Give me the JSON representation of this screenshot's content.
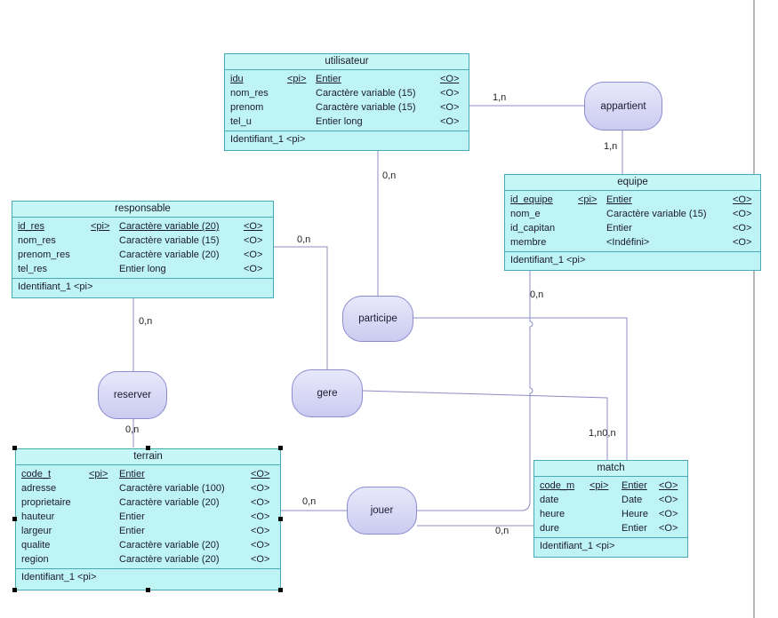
{
  "entities": {
    "utilisateur": {
      "title": "utilisateur",
      "attrs": [
        {
          "name": "idu",
          "tag": "<pi>",
          "type": "Entier",
          "opt": "<O>",
          "pk": true
        },
        {
          "name": "nom_res",
          "tag": "",
          "type": "Caractère variable (15)",
          "opt": "<O>"
        },
        {
          "name": "prenom",
          "tag": "",
          "type": "Caractère variable (15)",
          "opt": "<O>"
        },
        {
          "name": "tel_u",
          "tag": "",
          "type": "Entier long",
          "opt": "<O>"
        }
      ],
      "ident": "Identifiant_1   <pi>"
    },
    "equipe": {
      "title": "equipe",
      "attrs": [
        {
          "name": "id_equipe",
          "tag": "<pi>",
          "type": "Entier",
          "opt": "<O>",
          "pk": true
        },
        {
          "name": "nom_e",
          "tag": "",
          "type": "Caractère variable (15)",
          "opt": "<O>"
        },
        {
          "name": "id_capitan",
          "tag": "",
          "type": "Entier",
          "opt": "<O>"
        },
        {
          "name": "membre",
          "tag": "",
          "type": "<Indéfini>",
          "opt": "<O>"
        }
      ],
      "ident": "Identifiant_1   <pi>"
    },
    "responsable": {
      "title": "responsable",
      "attrs": [
        {
          "name": "id_res",
          "tag": "<pi>",
          "type": "Caractère variable (20)",
          "opt": "<O>",
          "pk": true
        },
        {
          "name": "nom_res",
          "tag": "",
          "type": "Caractère variable (15)",
          "opt": "<O>"
        },
        {
          "name": "prenom_res",
          "tag": "",
          "type": "Caractère variable (20)",
          "opt": "<O>"
        },
        {
          "name": "tel_res",
          "tag": "",
          "type": "Entier long",
          "opt": "<O>"
        }
      ],
      "ident": "Identifiant_1   <pi>"
    },
    "terrain": {
      "title": "terrain",
      "attrs": [
        {
          "name": "code_t",
          "tag": "<pi>",
          "type": "Entier",
          "opt": "<O>",
          "pk": true
        },
        {
          "name": "adresse",
          "tag": "",
          "type": "Caractère variable (100)",
          "opt": "<O>"
        },
        {
          "name": "proprietaire",
          "tag": "",
          "type": "Caractère variable (20)",
          "opt": "<O>"
        },
        {
          "name": "hauteur",
          "tag": "",
          "type": "Entier",
          "opt": "<O>"
        },
        {
          "name": "largeur",
          "tag": "",
          "type": "Entier",
          "opt": "<O>"
        },
        {
          "name": "qualite",
          "tag": "",
          "type": "Caractère variable (20)",
          "opt": "<O>"
        },
        {
          "name": "region",
          "tag": "",
          "type": "Caractère variable (20)",
          "opt": "<O>"
        }
      ],
      "ident": "Identifiant_1   <pi>"
    },
    "match": {
      "title": "match",
      "attrs": [
        {
          "name": "code_m",
          "tag": "<pi>",
          "type": "Entier",
          "opt": "<O>",
          "pk": true
        },
        {
          "name": "date",
          "tag": "",
          "type": "Date",
          "opt": "<O>"
        },
        {
          "name": "heure",
          "tag": "",
          "type": "Heure",
          "opt": "<O>"
        },
        {
          "name": "dure",
          "tag": "",
          "type": "Entier",
          "opt": "<O>"
        }
      ],
      "ident": "Identifiant_1   <pi>"
    }
  },
  "relations": {
    "appartient": "appartient",
    "participe": "participe",
    "reserver": "reserver",
    "gere": "gere",
    "jouer": "jouer"
  },
  "cardinalities": {
    "utilisateur_appartient": "1,n",
    "equipe_appartient": "1,n",
    "utilisateur_participe": "0,n",
    "equipe_jouer": "0,n",
    "responsable_gere": "0,n",
    "responsable_reserver": "0,n",
    "terrain_reserver": "0,n",
    "terrain_jouer": "0,n",
    "match_jouer": "0,n",
    "match_links": "1,n0,n"
  },
  "colors": {
    "entity_fill": "#bff4f4",
    "entity_border": "#4aa9b6",
    "relation_fill": "#d8d8f6",
    "relation_border": "#8b8bd0",
    "line": "#8c8cc4"
  }
}
